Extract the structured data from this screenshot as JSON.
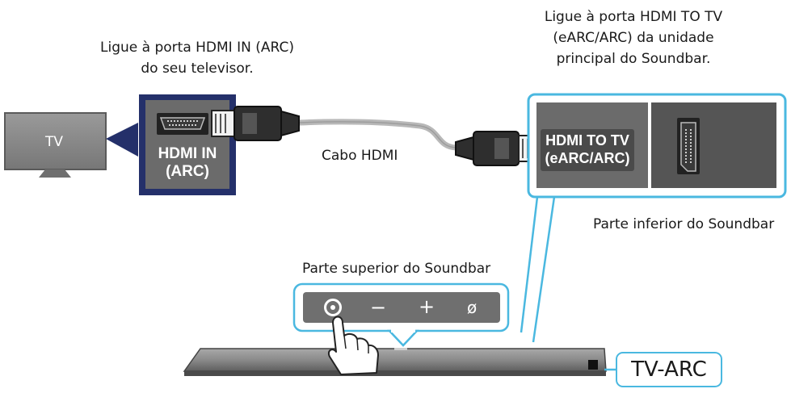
{
  "tv": {
    "label": "TV"
  },
  "tv_port": {
    "line1": "HDMI IN",
    "line2": "(ARC)"
  },
  "soundbar_port": {
    "line1": "HDMI TO TV",
    "line2": "(eARC/ARC)"
  },
  "captions": {
    "tv_instruction_line1": "Ligue à porta HDMI IN (ARC)",
    "tv_instruction_line2": "do seu televisor.",
    "soundbar_instruction_line1": "Ligue à porta HDMI TO TV",
    "soundbar_instruction_line2": "(eARC/ARC) da unidade",
    "soundbar_instruction_line3": "principal do Soundbar.",
    "cable": "Cabo HDMI",
    "bottom_of_soundbar": "Parte inferior do Soundbar",
    "top_of_soundbar": "Parte superior do Soundbar"
  },
  "buttons": {
    "power": "power-icon",
    "minus": "−",
    "plus": "+",
    "mute": "ø"
  },
  "badge": {
    "label": "TV-ARC"
  },
  "colors": {
    "accent_blue": "#4ab8e0",
    "panel_navy": "#24306a",
    "port_gray": "#5a5a5a",
    "device_gray": "#7a7a7a"
  }
}
